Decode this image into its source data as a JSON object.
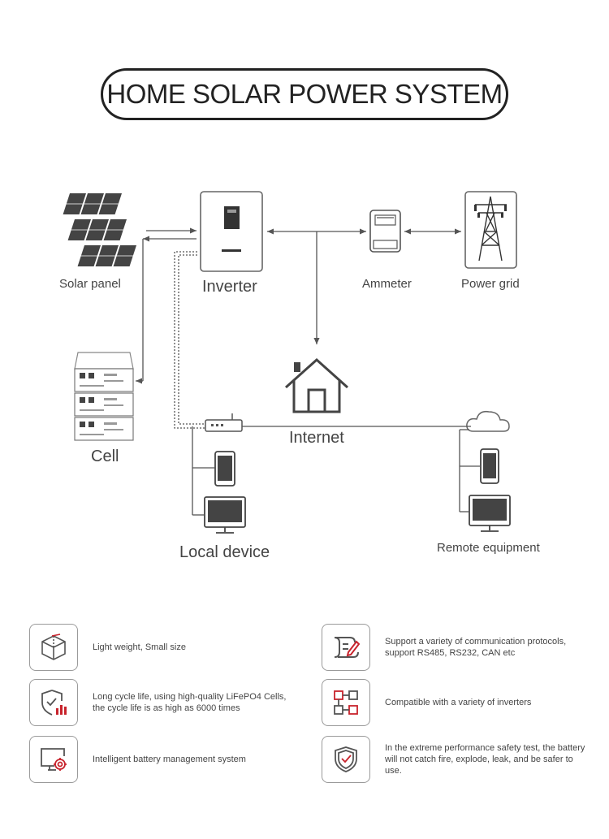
{
  "title": "HOME SOLAR POWER SYSTEM",
  "labels": {
    "solar_panel": "Solar panel",
    "inverter": "Inverter",
    "ammeter": "Ammeter",
    "power_grid": "Power grid",
    "cell": "Cell",
    "internet": "Internet",
    "local_device": "Local device",
    "remote_equipment": "Remote equipment"
  },
  "features": [
    {
      "icon": "cube-icon",
      "text": "Light weight, Small size"
    },
    {
      "icon": "protocol-edit-icon",
      "text": "Support a variety of communication protocols, support RS485, RS232, CAN etc"
    },
    {
      "icon": "shield-check-chart-icon",
      "text": "Long cycle life, using high-quality LiFePO4 Cells, the cycle life is as high as 6000 times"
    },
    {
      "icon": "network-nodes-icon",
      "text": "Compatible with a variety of inverters"
    },
    {
      "icon": "monitor-gear-icon",
      "text": "Intelligent battery management system"
    },
    {
      "icon": "safety-shield-icon",
      "text": "In the extreme performance safety test, the battery will not catch fire, explode, leak, and be safer to use."
    }
  ],
  "colors": {
    "accent": "#c8232c",
    "line": "#555555",
    "icon_gray": "#666666"
  }
}
